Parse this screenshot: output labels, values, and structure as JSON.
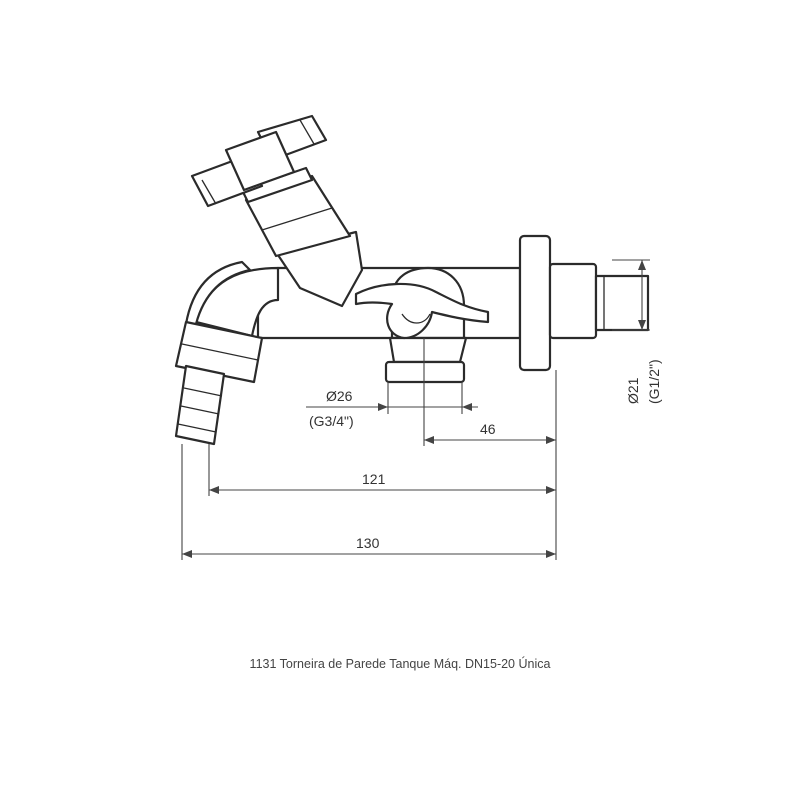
{
  "caption": "1131 Torneira de Parede Tanque Máq. DN15-20 Única",
  "dimensions": {
    "hose_diameter": "Ø26",
    "hose_thread": "(G3/4\")",
    "wall_diameter": "Ø21",
    "wall_thread": "(G1/2\")",
    "offset_46": "46",
    "length_121": "121",
    "length_130": "130"
  }
}
